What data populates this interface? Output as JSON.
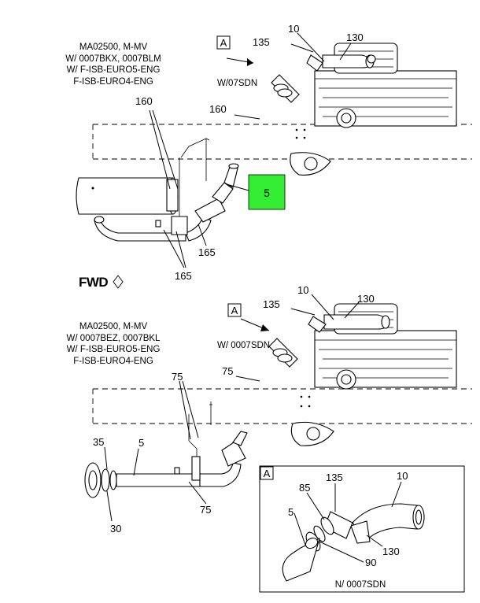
{
  "top": {
    "note": [
      "MA02500, M-MV",
      "W/ 0007BKX, 0007BLM",
      "W/ F-ISB-EURO5-ENG",
      "F-ISB-EURO4-ENG"
    ],
    "view_tag": "A",
    "variant": "W/07SDN",
    "callouts": {
      "c10": "10",
      "c135": "135",
      "c130": "130",
      "c160a": "160",
      "c160b": "160",
      "c165a": "165",
      "c165b": "165"
    },
    "highlight_label": "5",
    "highlight_color": "#33ee33"
  },
  "fwd": "FWD",
  "bottom": {
    "note": [
      "MA02500, M-MV",
      "W/ 0007BEZ, 0007BKL",
      "W/ F-ISB-EURO5-ENG",
      "F-ISB-EURO4-ENG"
    ],
    "view_tag": "A",
    "variant": "W/ 0007SDN",
    "callouts": {
      "c10": "10",
      "c135": "135",
      "c130": "130",
      "c75a": "75",
      "c75b": "75",
      "c75c": "75",
      "c35": "35",
      "c5": "5",
      "c30": "30"
    }
  },
  "detail": {
    "tag": "A",
    "caption": "N/ 0007SDN",
    "callouts": {
      "c85": "85",
      "c135": "135",
      "c10": "10",
      "c5": "5",
      "c130": "130",
      "c90": "90"
    }
  }
}
